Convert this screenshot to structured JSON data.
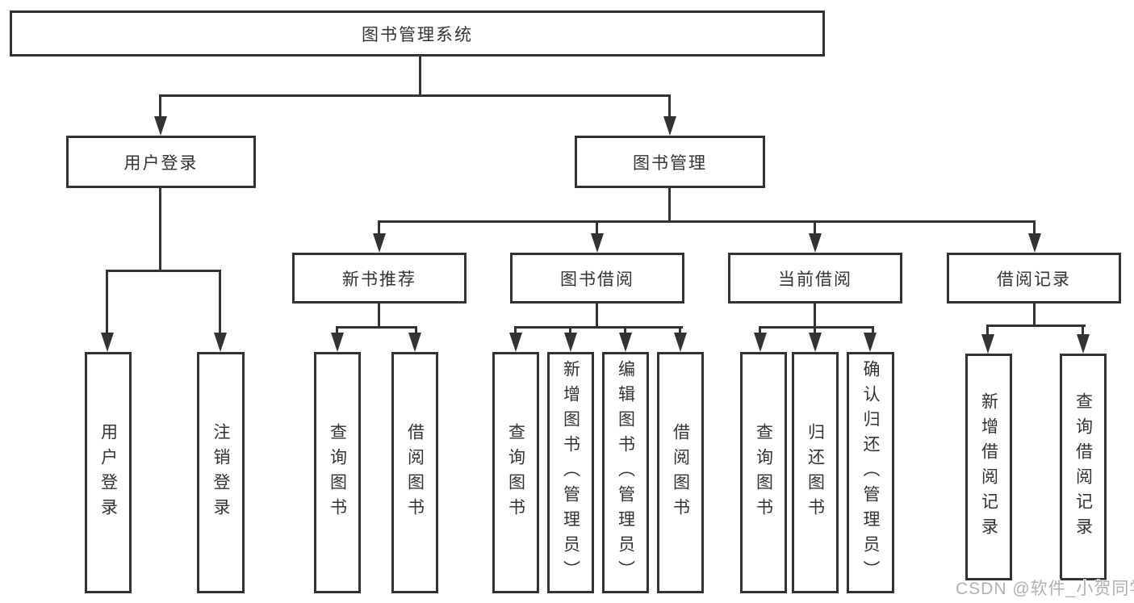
{
  "diagram": {
    "colors": {
      "line": "#333333",
      "text": "#333333",
      "background": "#ffffff",
      "watermark": "#b0b0b0"
    },
    "watermark": "CSDN @软件_小贺同学",
    "nodes": {
      "root": "图书管理系统",
      "user_login": "用户登录",
      "book_management": "图书管理",
      "new_book_recommend": "新书推荐",
      "book_borrow": "图书借阅",
      "current_borrow": "当前借阅",
      "borrow_records": "借阅记录"
    },
    "leaves": {
      "login_user_login": "用户登录",
      "login_logout": "注销登录",
      "rec_query_books": "查询图书",
      "rec_borrow_books": "借阅图书",
      "bb_query_books": "查询图书",
      "bb_add_books": "新增图书（管理员）",
      "bb_edit_books": "编辑图书（管理员）",
      "bb_borrow_books": "借阅图书",
      "cb_query_books": "查询图书",
      "cb_return_books": "归还图书",
      "cb_confirm_return": "确认归还（管理员）",
      "br_add_record": "新增借阅记录",
      "br_query_record": "查询借阅记录"
    }
  }
}
